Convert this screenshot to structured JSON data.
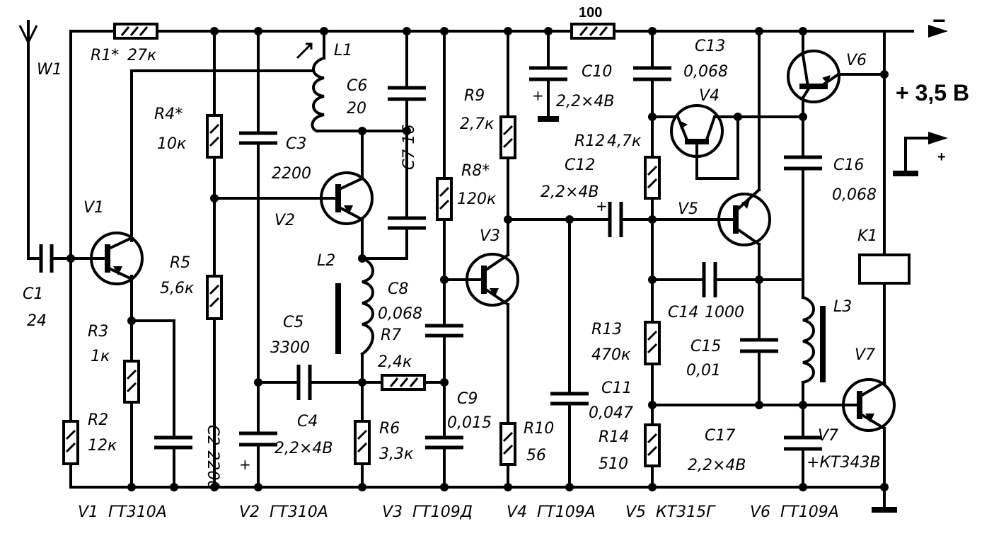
{
  "supply_voltage": "+ 3,5 В",
  "minus_mark": "−",
  "plus_mark": "+",
  "antenna": "W1",
  "components": {
    "R1": {
      "name": "R1*",
      "value": "27к"
    },
    "R2": {
      "name": "R2",
      "value": "12к"
    },
    "R3": {
      "name": "R3",
      "value": "1к"
    },
    "R4": {
      "name": "R4*",
      "value": "10к"
    },
    "R5": {
      "name": "R5",
      "value": "5,6к"
    },
    "R6": {
      "name": "R6",
      "value": "3,3к"
    },
    "R7": {
      "name": "R7",
      "value": "2,4к"
    },
    "R8": {
      "name": "R8*",
      "value": "120к"
    },
    "R9": {
      "name": "R9",
      "value": "2,7к"
    },
    "R10": {
      "name": "R10",
      "value": "56"
    },
    "R_top": {
      "value": "100"
    },
    "R12": {
      "name": "R12",
      "value": "4,7к"
    },
    "R13": {
      "name": "R13",
      "value": "470к"
    },
    "R14": {
      "name": "R14",
      "value": "510"
    },
    "C1": {
      "name": "C1",
      "value": "24"
    },
    "C2": {
      "name": "C2",
      "value": "2200"
    },
    "C3": {
      "name": "C3",
      "value": "2200"
    },
    "C4": {
      "name": "C4",
      "value": "2,2×4В"
    },
    "C5": {
      "name": "C5",
      "value": "3300"
    },
    "C6": {
      "name": "C6",
      "value": "20"
    },
    "C7": {
      "name": "C7",
      "value": "16"
    },
    "C8": {
      "name": "C8",
      "value": "0,068"
    },
    "C9": {
      "name": "C9",
      "value": "0,015"
    },
    "C10": {
      "name": "C10",
      "value": "2,2×4В"
    },
    "C11": {
      "name": "C11",
      "value": "0,047"
    },
    "C12": {
      "name": "C12",
      "value": "2,2×4В"
    },
    "C13": {
      "name": "C13",
      "value": "0,068"
    },
    "C14": {
      "name": "C14",
      "value": "1000"
    },
    "C15": {
      "name": "C15",
      "value": "0,01"
    },
    "C16": {
      "name": "C16",
      "value": "0,068"
    },
    "C17": {
      "name": "C17",
      "value": "2,2×4В"
    },
    "L1": {
      "name": "L1"
    },
    "L2": {
      "name": "L2"
    },
    "L3": {
      "name": "L3"
    },
    "K1": {
      "name": "K1"
    },
    "V1": {
      "name": "V1"
    },
    "V2": {
      "name": "V2"
    },
    "V3": {
      "name": "V3"
    },
    "V4": {
      "name": "V4"
    },
    "V5": {
      "name": "V5"
    },
    "V6": {
      "name": "V6"
    },
    "V7": {
      "name": "V7"
    }
  },
  "v7_note": {
    "name": "V7",
    "type": "КТ343В"
  },
  "parts_list": [
    "V1  ГТ310А",
    "V2  ГТ310А",
    "V3  ГТ109Д",
    "V4  ГТ109А",
    "V5  КТ315Г",
    "V6  ГТ109А"
  ]
}
